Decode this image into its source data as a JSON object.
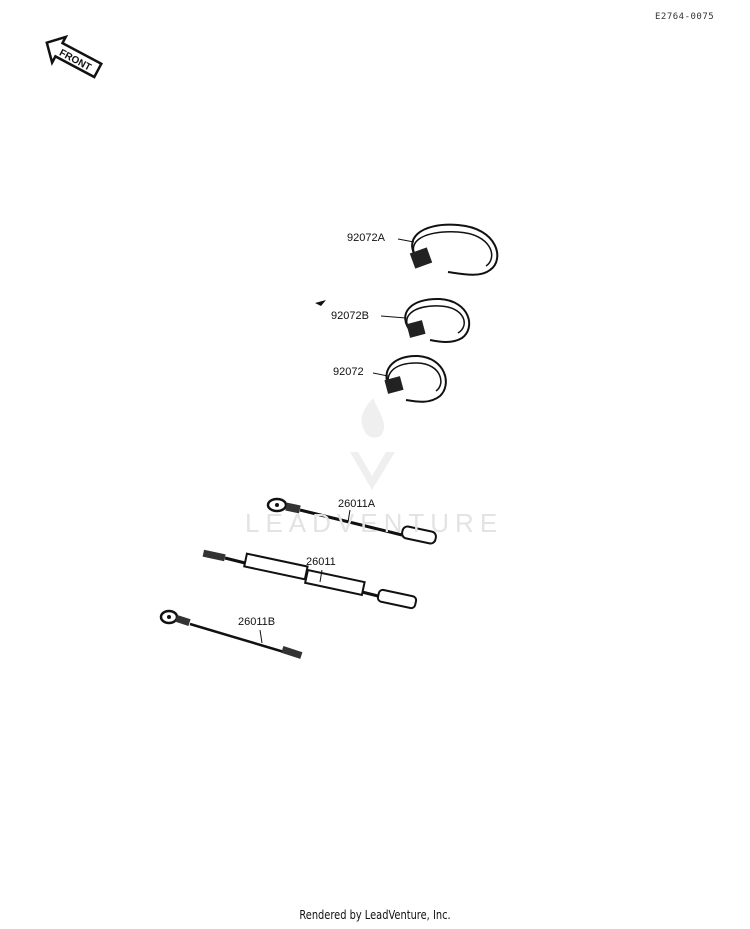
{
  "page_code": "E2764-0075",
  "front_label": "FRONT",
  "watermark": "LEADVENTURE",
  "callouts": {
    "clamp_a": "92072A",
    "clamp_b": "92072B",
    "clamp": "92072",
    "wire_a": "26011A",
    "wire": "26011",
    "wire_b": "26011B"
  },
  "footer": "Rendered by LeadVenture, Inc."
}
